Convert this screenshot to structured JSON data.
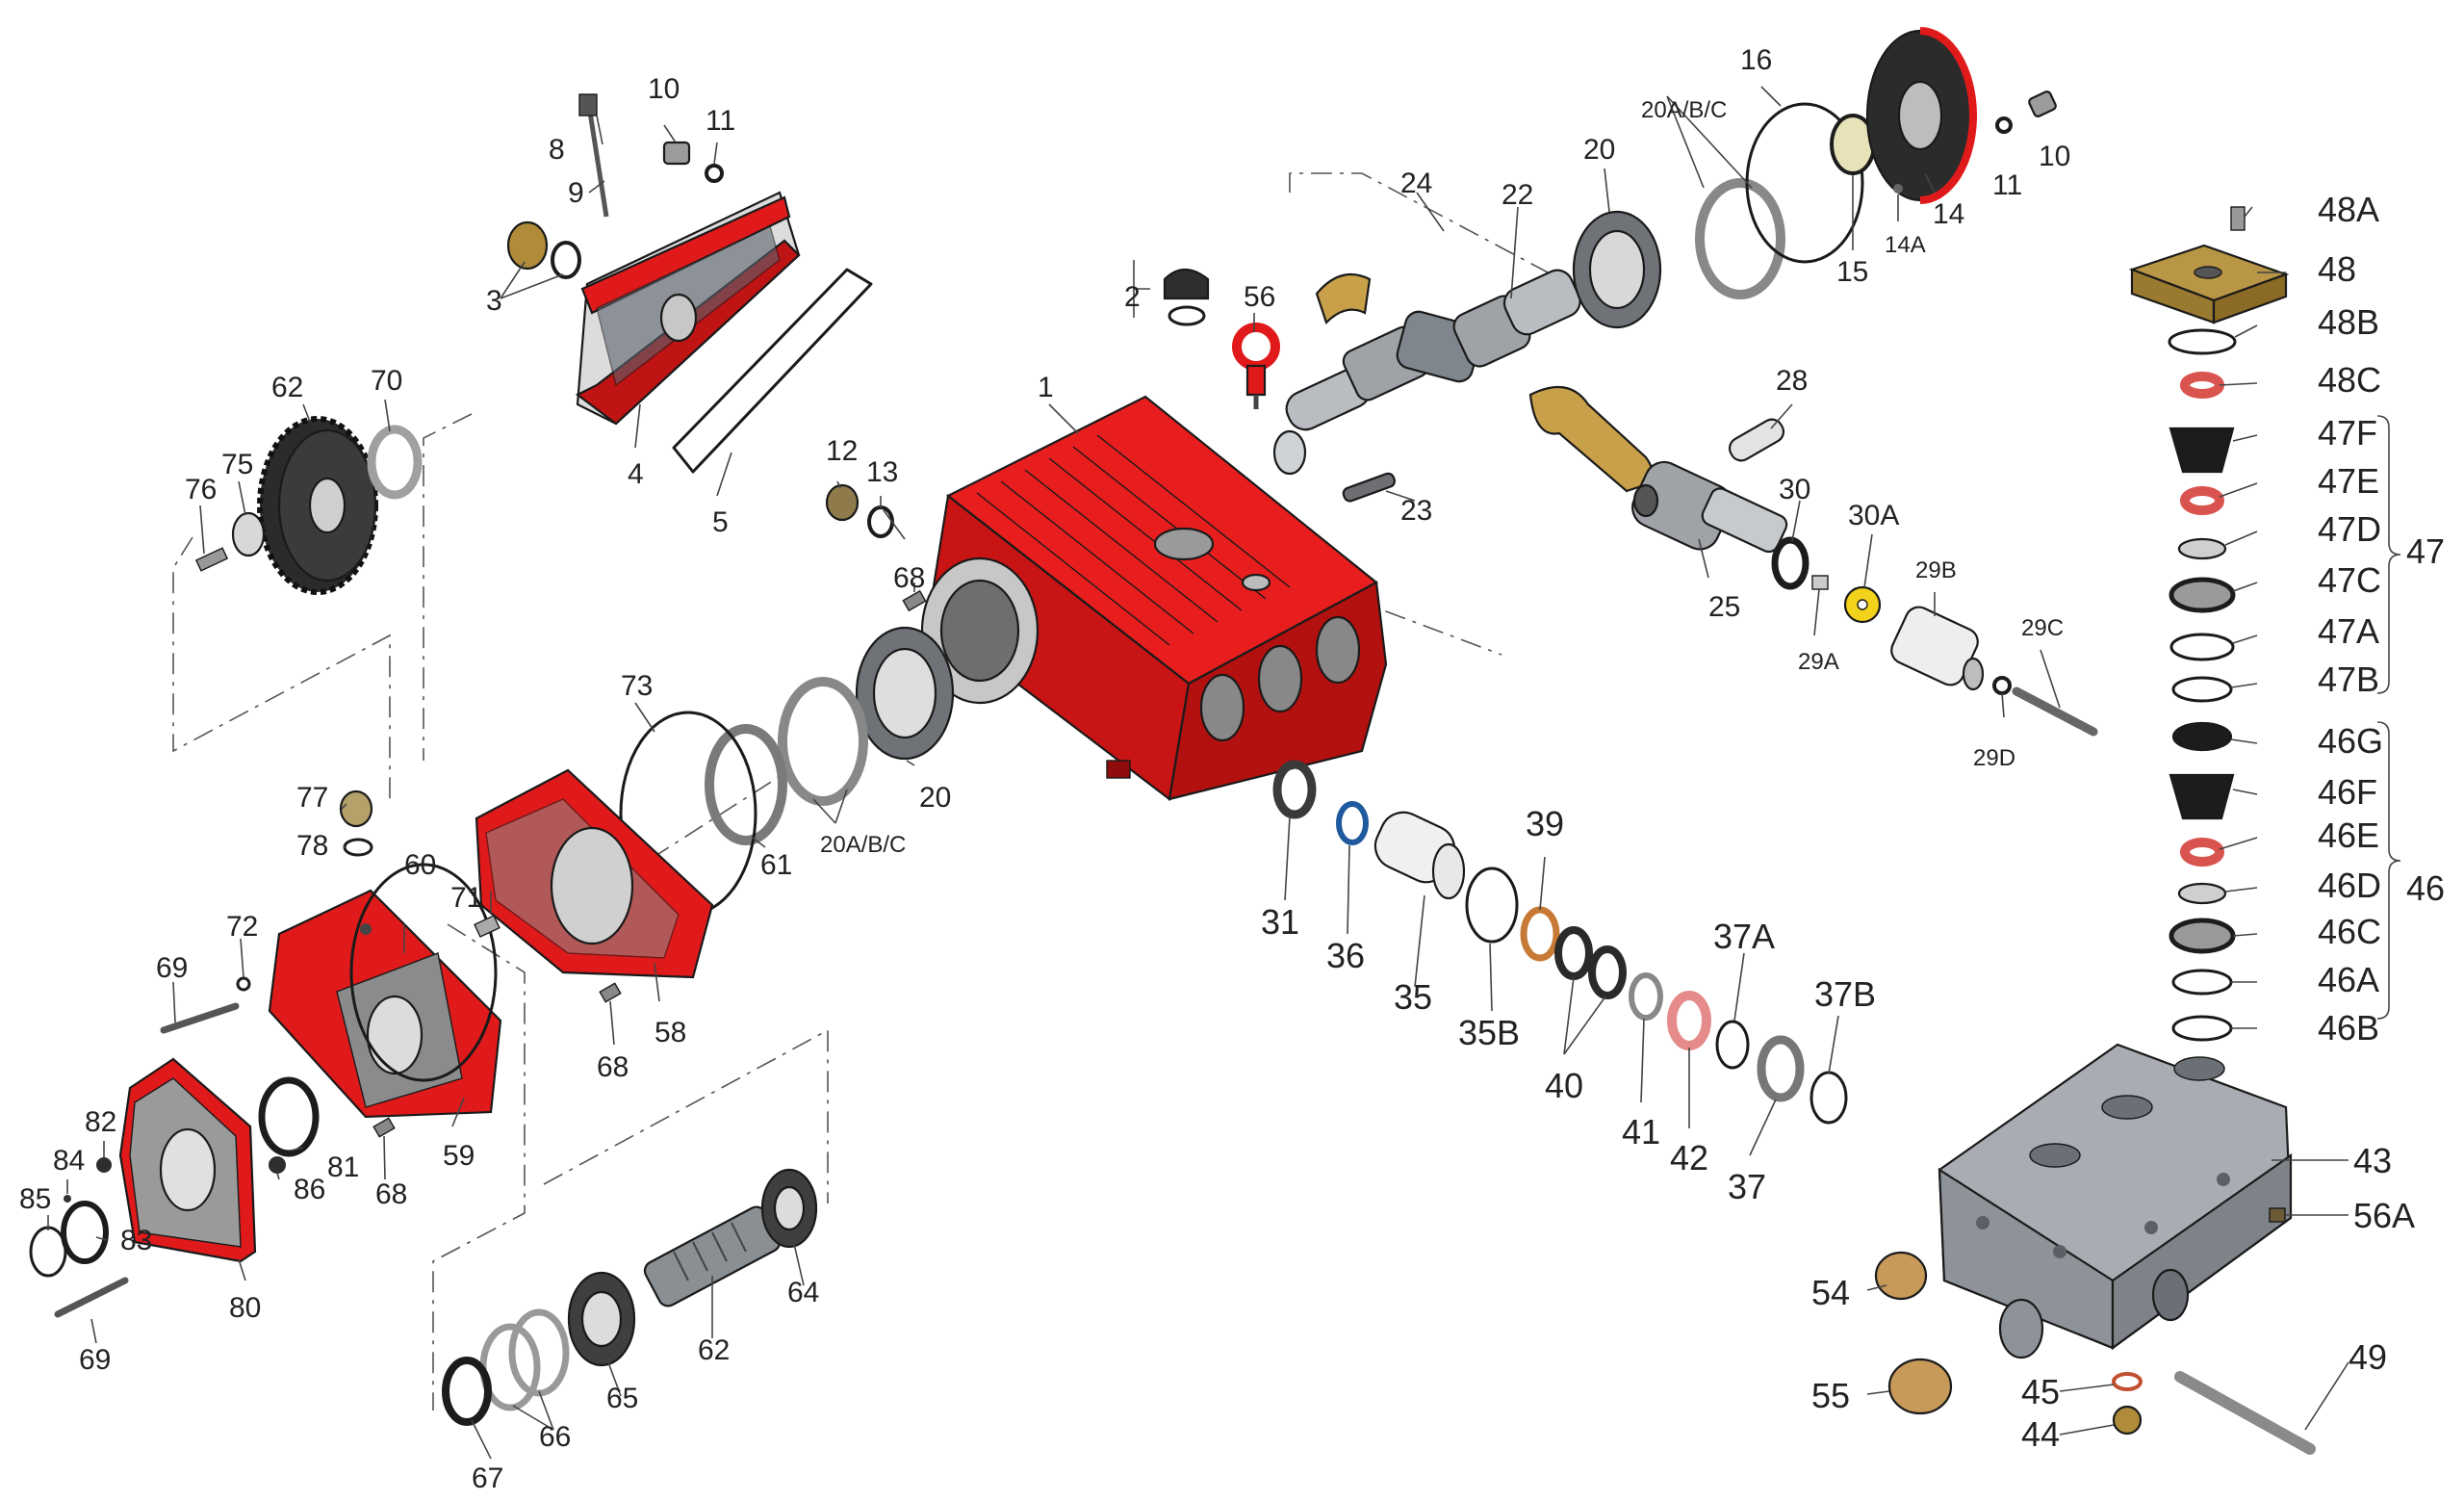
{
  "labels": {
    "p1": "1",
    "p2": "2",
    "p3": "3",
    "p4": "4",
    "p5": "5",
    "p8": "8",
    "p9": "9",
    "p10a": "10",
    "p10b": "10",
    "p11a": "11",
    "p11b": "11",
    "p12": "12",
    "p13": "13",
    "p14": "14",
    "p14a": "14A",
    "p15": "15",
    "p16": "16",
    "p20a": "20",
    "p20b": "20",
    "p20abc_a": "20A/B/C",
    "p20abc_b": "20A/B/C",
    "p22": "22",
    "p23": "23",
    "p24": "24",
    "p25": "25",
    "p28": "28",
    "p29a": "29A",
    "p29b": "29B",
    "p29c": "29C",
    "p29d": "29D",
    "p30": "30",
    "p30a": "30A",
    "p31": "31",
    "p35": "35",
    "p35b": "35B",
    "p36": "36",
    "p37": "37",
    "p37a": "37A",
    "p37b": "37B",
    "p39": "39",
    "p40": "40",
    "p41": "41",
    "p42": "42",
    "p43": "43",
    "p44": "44",
    "p45": "45",
    "p46": "46",
    "p46a": "46A",
    "p46b": "46B",
    "p46c": "46C",
    "p46d": "46D",
    "p46e": "46E",
    "p46f": "46F",
    "p46g": "46G",
    "p47": "47",
    "p47a": "47A",
    "p47b": "47B",
    "p47c": "47C",
    "p47d": "47D",
    "p47e": "47E",
    "p47f": "47F",
    "p48": "48",
    "p48a": "48A",
    "p48b": "48B",
    "p48c": "48C",
    "p49": "49",
    "p54": "54",
    "p55": "55",
    "p56": "56",
    "p56a": "56A",
    "p58": "58",
    "p59": "59",
    "p60": "60",
    "p61": "61",
    "p62a": "62",
    "p62b": "62",
    "p64": "64",
    "p65": "65",
    "p66": "66",
    "p67": "67",
    "p68a": "68",
    "p68b": "68",
    "p68c": "68",
    "p69a": "69",
    "p69b": "69",
    "p70": "70",
    "p71": "71",
    "p72": "72",
    "p73": "73",
    "p75": "75",
    "p76": "76",
    "p77": "77",
    "p78": "78",
    "p80": "80",
    "p81": "81",
    "p82": "82",
    "p83": "83",
    "p84": "84",
    "p85": "85",
    "p86": "86"
  },
  "colors": {
    "housing_red": "#e01a1a",
    "housing_red_dark": "#9e0f0f",
    "manifold_gray": "#a9adb3",
    "brass": "#c9a04a",
    "bearing_gray": "#6f7378",
    "seal_black": "#1c1c1c",
    "spring_red": "#d9534f",
    "washer_yellow": "#f2d21b"
  },
  "icons": {
    "housing": "pump-crankcase-icon",
    "crankshaft": "crankshaft-icon",
    "manifold": "manifold-head-icon",
    "gear": "gear-icon",
    "bearing": "ball-bearing-icon",
    "valve": "valve-cage-icon",
    "spring": "spring-icon",
    "o_ring": "o-ring-icon"
  }
}
